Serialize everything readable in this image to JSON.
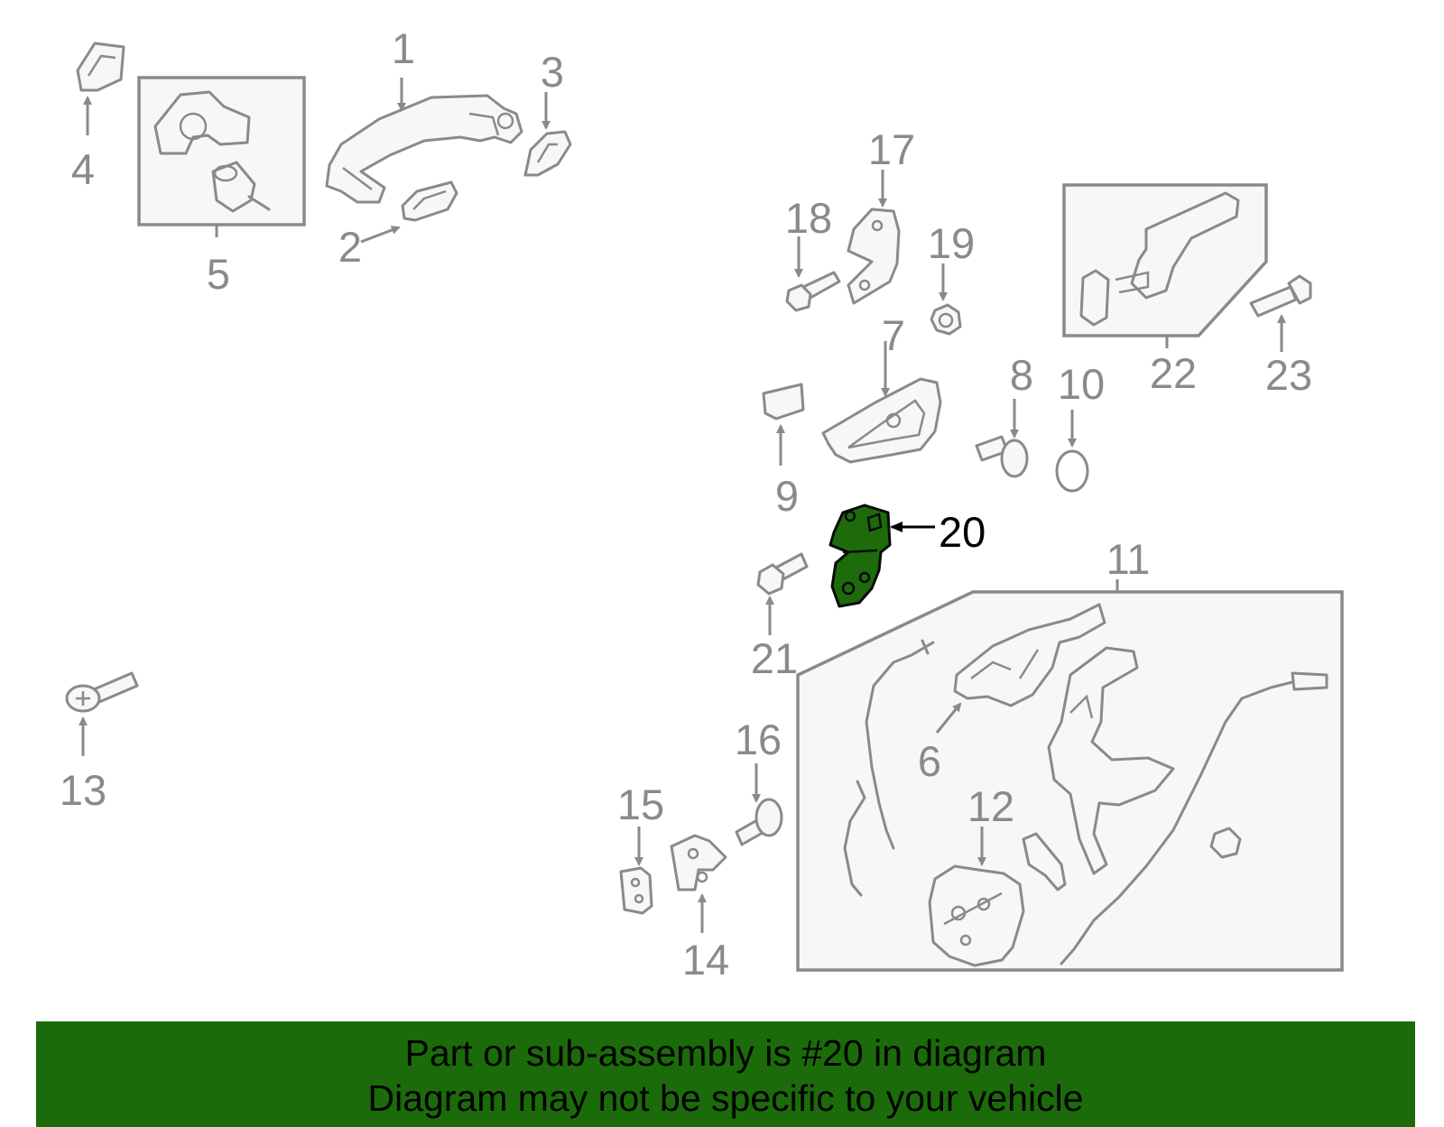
{
  "diagram": {
    "highlighted_part": "20",
    "callouts": {
      "c1": "1",
      "c2": "2",
      "c3": "3",
      "c4": "4",
      "c5": "5",
      "c6": "6",
      "c7": "7",
      "c8": "8",
      "c9": "9",
      "c10": "10",
      "c11": "11",
      "c12": "12",
      "c13": "13",
      "c14": "14",
      "c15": "15",
      "c16": "16",
      "c17": "17",
      "c18": "18",
      "c19": "19",
      "c20": "20",
      "c21": "21",
      "c22": "22",
      "c23": "23"
    }
  },
  "banner": {
    "line1": "Part or sub-assembly is #20 in diagram",
    "line2": "Diagram may not be specific to your vehicle"
  },
  "colors": {
    "banner_bg": "#1c6b0a",
    "highlight_part": "#1e6b0c",
    "line_gray": "#8a8a8a"
  }
}
